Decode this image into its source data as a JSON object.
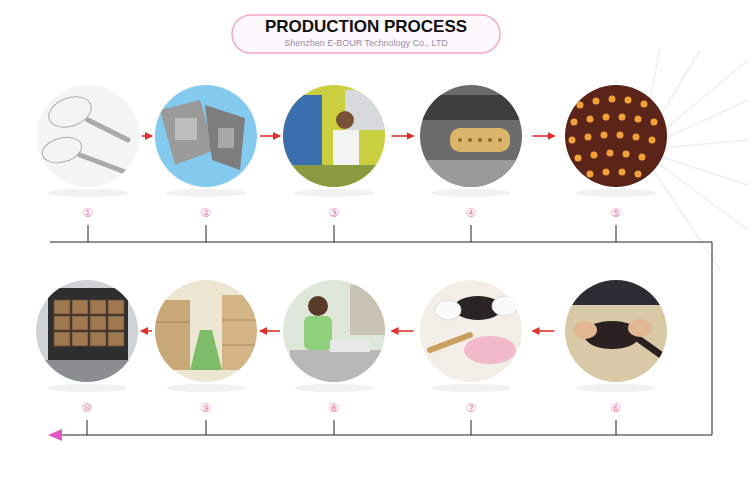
{
  "diagram": {
    "title": "PRODUCTION PROCESS",
    "nodes": [
      {
        "text": [
          "①"
        ]
      },
      {
        "text": [
          "②"
        ]
      },
      {
        "text": [
          "③"
        ]
      },
      {
        "text": [
          "④"
        ]
      },
      {
        "text": [
          "⑤"
        ]
      },
      {
        "text": [
          "⑥"
        ]
      },
      {
        "text": [
          "⑦"
        ]
      },
      {
        "text": [
          "⑧"
        ]
      },
      {
        "text": [
          "⑨"
        ]
      },
      {
        "text": [
          "⑩"
        ]
      }
    ],
    "edges": [
      {
        "from": 0,
        "to": 1,
        "arrow": "to"
      },
      {
        "from": 1,
        "to": 2,
        "arrow": "to"
      },
      {
        "from": 2,
        "to": 3,
        "arrow": "to"
      },
      {
        "from": 3,
        "to": 4,
        "arrow": "to"
      },
      {
        "from": 5,
        "to": 6,
        "arrow": "to"
      },
      {
        "from": 6,
        "to": 7,
        "arrow": "to"
      },
      {
        "from": 7,
        "to": 8,
        "arrow": "to"
      },
      {
        "from": 8,
        "to": 9,
        "arrow": "to"
      }
    ],
    "labels": [
      "Shenzhen E-BOUR Technology Co., LTD"
    ]
  }
}
